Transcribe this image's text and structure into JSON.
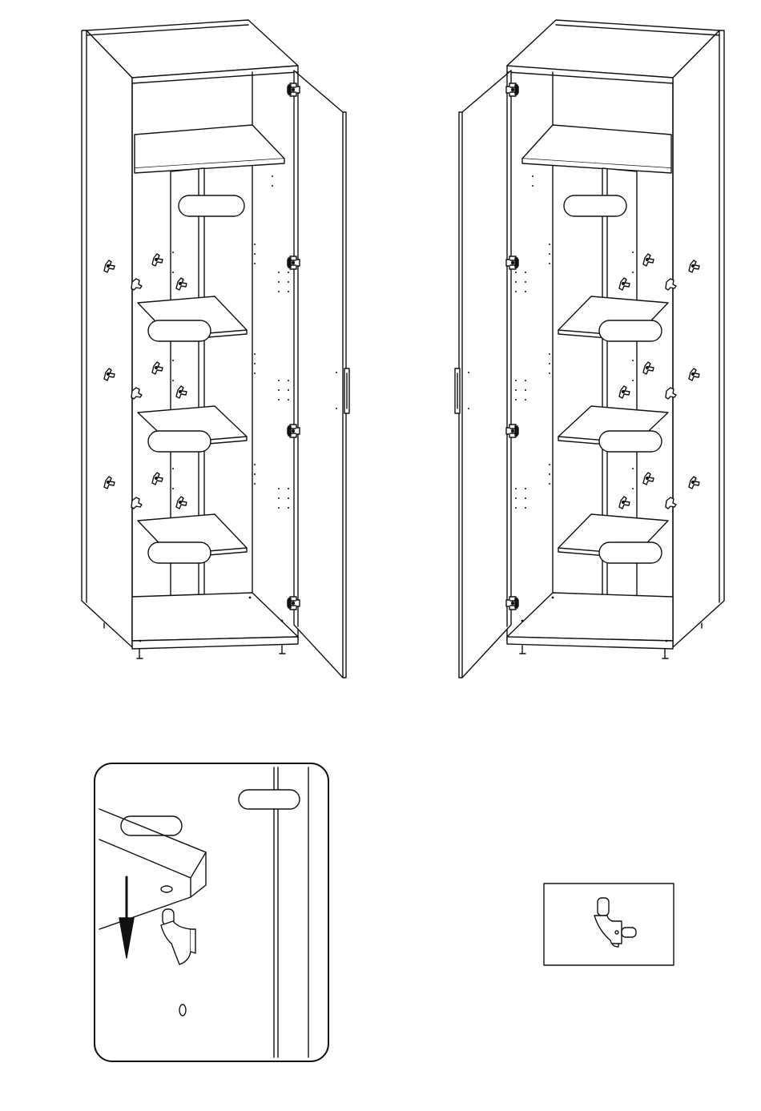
{
  "page": {
    "background": "#ffffff",
    "line_color": "#111111",
    "fill_color": "#ffffff"
  },
  "views": [
    {
      "id": "left-hinged-wardrobe",
      "door_side": "right",
      "shelves": 3,
      "hinges": 4
    },
    {
      "id": "right-hinged-wardrobe",
      "door_side": "left",
      "shelves": 3,
      "hinges": 4
    }
  ],
  "detail_insets": [
    {
      "id": "shelf-pin-insert-detail",
      "arrow_direction": "down",
      "icon": "shelf-support-pin-icon"
    },
    {
      "id": "shelf-support-part",
      "icon": "shelf-support-pin-icon"
    }
  ]
}
